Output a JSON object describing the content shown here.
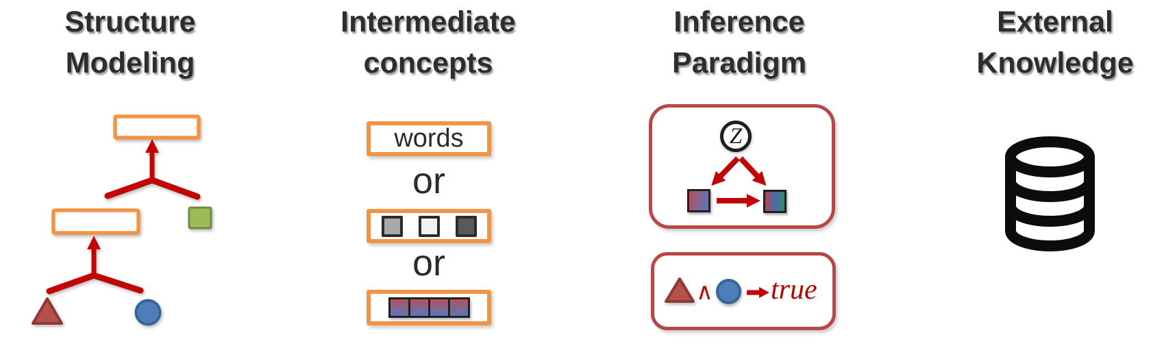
{
  "figure": {
    "columns": [
      {
        "id": "structure-modeling",
        "title_line1": "Structure",
        "title_line2": "Modeling"
      },
      {
        "id": "intermediate-concepts",
        "title_line1": "Intermediate",
        "title_line2": "concepts",
        "words_label": "words",
        "or_label_1": "or",
        "or_label_2": "or"
      },
      {
        "id": "inference-paradigm",
        "title_line1": "Inference",
        "title_line2": "Paradigm",
        "latent_label": "Z",
        "and_symbol": "∧",
        "result_label": "true"
      },
      {
        "id": "external-knowledge",
        "title_line1": "External",
        "title_line2": "Knowledge"
      }
    ],
    "icons": {
      "external_knowledge": "database-icon",
      "tree_leaves": [
        "triangle-icon",
        "circle-icon",
        "square-icon"
      ],
      "arrows": "red-arrow-icon"
    },
    "colors": {
      "ink": "#2D2D2D",
      "orange": "#F29346",
      "arrow-red": "#C00504",
      "box-red": "#B94747",
      "green-fill": "#9BBB59",
      "green-border": "#71893F",
      "blue-fill": "#4D7EBB",
      "blue-border": "#3A6496",
      "triangle-fill": "#B5504C",
      "triangle-border": "#8B3A34",
      "gray-light": "#A9A9A9",
      "gray-lighter": "#F2F2F2",
      "gray-dark": "#595959",
      "grad-rose": "#B4525C",
      "grad-blue": "#5A76BA",
      "grad-teal": "#2F8A66",
      "icon-black": "#0C0C0C",
      "text-red": "#B00505"
    }
  }
}
